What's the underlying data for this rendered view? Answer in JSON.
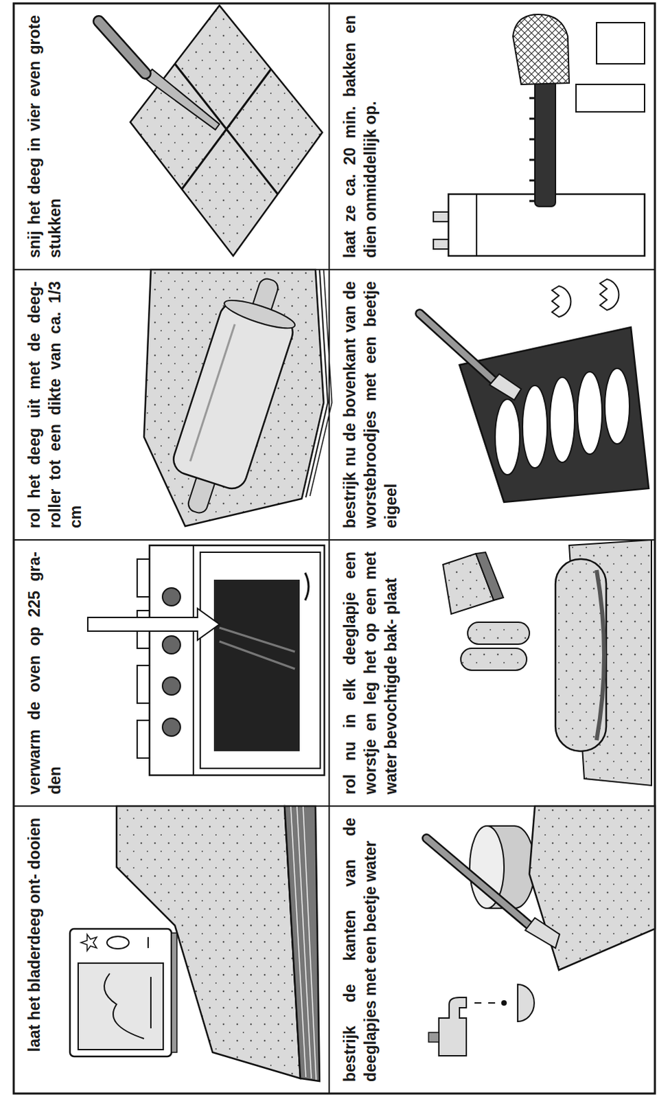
{
  "diagram": {
    "nodes": [
      {
        "text": [
          "laat het bladerdeeg ont- dooien"
        ]
      },
      {
        "text": [
          "verwarm de oven op 225 gra- den"
        ]
      },
      {
        "text": [
          "rol het deeg uit met de deeg- roller tot een dikte van ca. 1/3 cm"
        ]
      },
      {
        "text": [
          "snij het deeg in vier even grote stukken"
        ]
      },
      {
        "text": [
          "bestrijk de kanten van de deeglapjes met een beetje water"
        ]
      },
      {
        "text": [
          "rol nu in elk deeglapje een worstje en leg het op een met water bevochtigde bak- plaat"
        ]
      },
      {
        "text": [
          "bestrijk nu de bovenkant van de worstebroodjes met een beetje eigeel"
        ]
      },
      {
        "text": [
          "laat ze ca. 20 min. bakken en dien onmiddellijk op."
        ]
      }
    ],
    "edges": []
  }
}
